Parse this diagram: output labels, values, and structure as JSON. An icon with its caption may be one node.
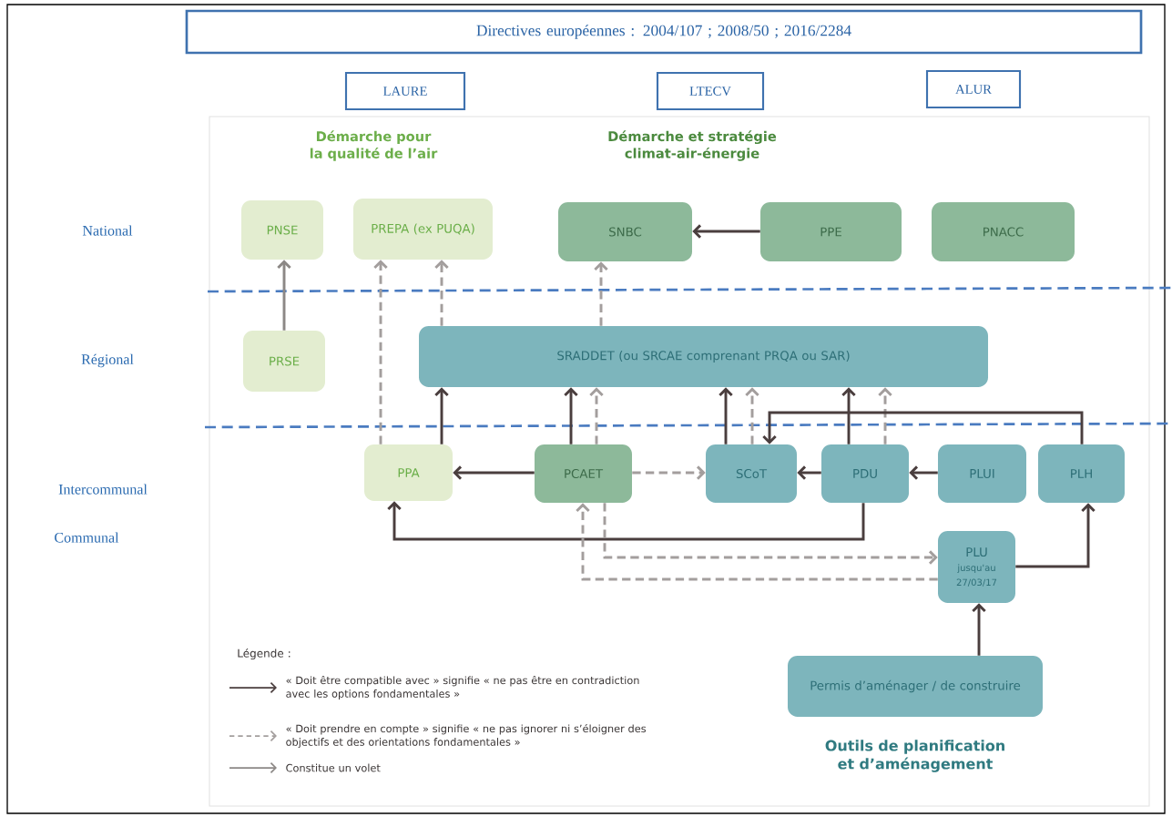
{
  "diagram": {
    "nodes": [
      {
        "text": [
          "Directives européennes : 2004/107 ; 2008/50 ; 2016/2284"
        ]
      },
      {
        "text": [
          "LAURE"
        ]
      },
      {
        "text": [
          "LTECV"
        ]
      },
      {
        "text": [
          "ALUR"
        ]
      },
      {
        "text": [
          "PNSE"
        ]
      },
      {
        "text": [
          "PREPA (ex PUQA)"
        ]
      },
      {
        "text": [
          "SNBC"
        ]
      },
      {
        "text": [
          "PPE"
        ]
      },
      {
        "text": [
          "PNACC"
        ]
      },
      {
        "text": [
          "PRSE"
        ]
      },
      {
        "text": [
          "SRADDET (ou SRCAE comprenant PRQA ou SAR)"
        ]
      },
      {
        "text": [
          "PPA"
        ]
      },
      {
        "text": [
          "PCAET"
        ]
      },
      {
        "text": [
          "SCoT"
        ]
      },
      {
        "text": [
          "PDU"
        ]
      },
      {
        "text": [
          "PLUI"
        ]
      },
      {
        "text": [
          "PLH"
        ]
      },
      {
        "text": [
          "PLU",
          "jusqu'au 27/03/17"
        ]
      },
      {
        "text": [
          "Permis d’aménager / de construire"
        ]
      }
    ],
    "edges": [
      {
        "from": 9,
        "to": 4,
        "arrow": "to",
        "color": "#8c8886"
      },
      {
        "from": 7,
        "to": 6,
        "arrow": "to"
      },
      {
        "from": 11,
        "to": 5,
        "arrow": "to",
        "style": "dashed",
        "color": "#a39e9d"
      },
      {
        "from": 10,
        "to": 5,
        "arrow": "to",
        "style": "dashed",
        "color": "#a39e9d"
      },
      {
        "from": 10,
        "to": 6,
        "arrow": "to",
        "style": "dashed",
        "color": "#a39e9d"
      },
      {
        "from": 11,
        "to": 10,
        "arrow": "to"
      },
      {
        "from": 12,
        "to": 10,
        "arrow": "to"
      },
      {
        "from": 12,
        "to": 10,
        "arrow": "to",
        "style": "dashed",
        "color": "#a39e9d"
      },
      {
        "from": 13,
        "to": 10,
        "arrow": "to"
      },
      {
        "from": 13,
        "to": 10,
        "arrow": "to",
        "style": "dashed",
        "color": "#a39e9d"
      },
      {
        "from": 14,
        "to": 10,
        "arrow": "to"
      },
      {
        "from": 14,
        "to": 10,
        "arrow": "to",
        "style": "dashed",
        "color": "#a39e9d"
      },
      {
        "from": 16,
        "to": 13,
        "arrow": "to"
      },
      {
        "from": 12,
        "to": 11,
        "arrow": "to"
      },
      {
        "from": 12,
        "to": 13,
        "arrow": "to",
        "style": "dashed",
        "color": "#a39e9d"
      },
      {
        "from": 14,
        "to": 13,
        "arrow": "to"
      },
      {
        "from": 15,
        "to": 14,
        "arrow": "to"
      },
      {
        "from": 14,
        "to": 11,
        "arrow": "to"
      },
      {
        "from": 12,
        "to": 17,
        "arrow": "to",
        "style": "dashed",
        "color": "#a39e9d"
      },
      {
        "from": 17,
        "to": 12,
        "arrow": "to",
        "style": "dashed",
        "color": "#a39e9d"
      },
      {
        "from": 17,
        "to": 16,
        "arrow": "to"
      },
      {
        "from": 18,
        "to": 17,
        "arrow": "to"
      }
    ],
    "labels": [
      "Démarche pour la qualité de l’air",
      "Démarche et stratégie climat-air-énergie",
      "National",
      "Régional",
      "Intercommunal",
      "Communal",
      "Légende :",
      "Outils de planification et d’aménagement"
    ],
    "legend": [
      {
        "text": "« Doit être compatible avec » signifie « ne pas être en contradiction avec les options fondamentales »"
      },
      {
        "text": "« Doit prendre en compte » signifie « ne pas ignorer ni s’éloigner des objectifs et des orientations fondamentales »"
      },
      {
        "text": "Constitue un volet"
      }
    ]
  }
}
